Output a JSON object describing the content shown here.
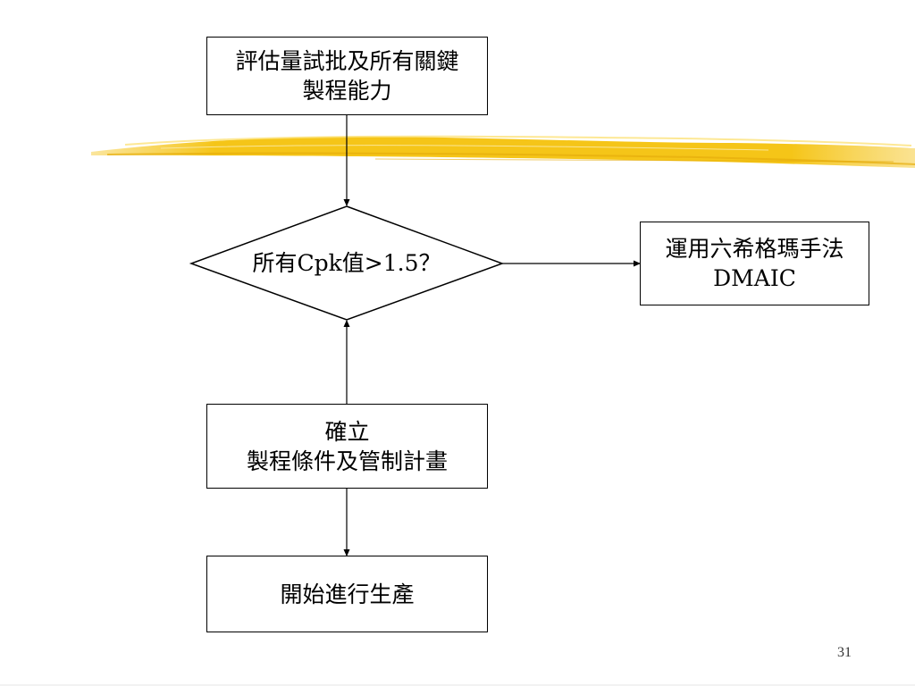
{
  "flowchart": {
    "nodes": {
      "assess": {
        "shape": "rectangle",
        "lines": [
          "評估量試批及所有關鍵",
          "製程能力"
        ]
      },
      "decision": {
        "shape": "diamond",
        "label": "所有Cpk值>1.5？"
      },
      "six_sigma": {
        "shape": "rectangle",
        "lines": [
          "運用六希格瑪手法",
          "DMAIC"
        ]
      },
      "establish": {
        "shape": "rectangle",
        "lines": [
          "確立",
          "製程條件及管制計畫"
        ]
      },
      "start": {
        "shape": "rectangle",
        "lines": [
          "開始進行生產"
        ]
      }
    },
    "edges": [
      {
        "from": "assess",
        "to": "decision"
      },
      {
        "from": "decision",
        "to": "six_sigma"
      },
      {
        "from": "establish",
        "to": "decision"
      },
      {
        "from": "establish",
        "to": "start"
      }
    ]
  },
  "decoration": {
    "divider": "yellow-brush-stroke",
    "divider_color": "#f5c518",
    "divider_highlight": "#fde27a",
    "line_color": "#000000"
  },
  "slide": {
    "page_number": "31"
  }
}
